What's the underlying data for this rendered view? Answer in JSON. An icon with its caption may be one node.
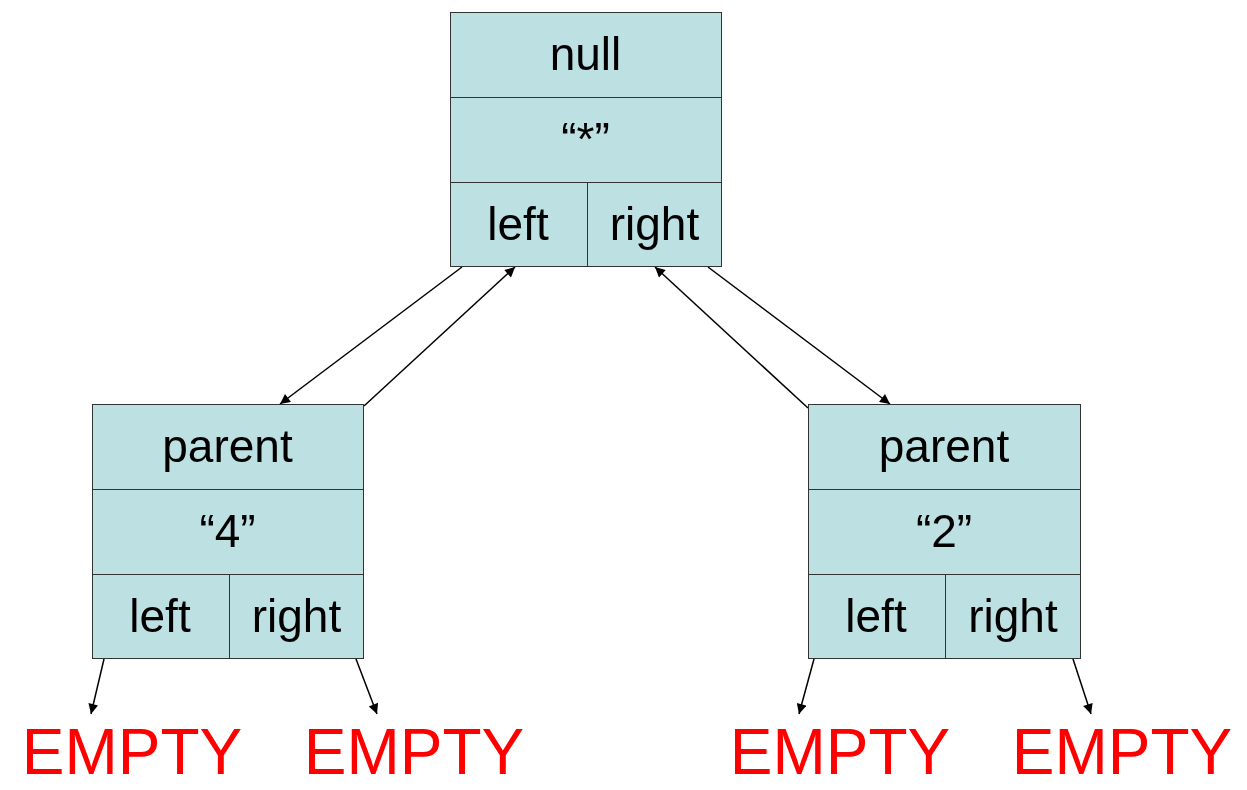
{
  "diagram": {
    "nodes": [
      {
        "text": [],
        "shape": "box"
      },
      {
        "text": [
          "null"
        ],
        "in": 0
      },
      {
        "text": [
          "“*”"
        ],
        "in": 0
      },
      {
        "text": [
          "left"
        ],
        "in": 0
      },
      {
        "text": [
          "right"
        ],
        "in": 0
      },
      {
        "text": [],
        "shape": "box"
      },
      {
        "text": [
          "parent"
        ],
        "in": 5
      },
      {
        "text": [
          "“4”"
        ],
        "in": 5
      },
      {
        "text": [
          "left"
        ],
        "in": 5
      },
      {
        "text": [
          "right"
        ],
        "in": 5
      },
      {
        "text": [],
        "shape": "box"
      },
      {
        "text": [
          "parent"
        ],
        "in": 10
      },
      {
        "text": [
          "“2”"
        ],
        "in": 10
      },
      {
        "text": [
          "left"
        ],
        "in": 10
      },
      {
        "text": [
          "right"
        ],
        "in": 10
      },
      {
        "text": [
          "EMPTY"
        ]
      },
      {
        "text": [
          "EMPTY"
        ]
      },
      {
        "text": [
          "EMPTY"
        ]
      },
      {
        "text": [
          "EMPTY"
        ]
      }
    ],
    "edges": [
      {
        "from": 3,
        "to": 5,
        "arrow": "to"
      },
      {
        "from": 6,
        "to": 3,
        "arrow": "to"
      },
      {
        "from": 4,
        "to": 10,
        "arrow": "to"
      },
      {
        "from": 11,
        "to": 4,
        "arrow": "to"
      },
      {
        "from": 8,
        "to": 15,
        "arrow": "to"
      },
      {
        "from": 9,
        "to": 16,
        "arrow": "to"
      },
      {
        "from": 13,
        "to": 17,
        "arrow": "to"
      },
      {
        "from": 14,
        "to": 18,
        "arrow": "to"
      }
    ]
  }
}
